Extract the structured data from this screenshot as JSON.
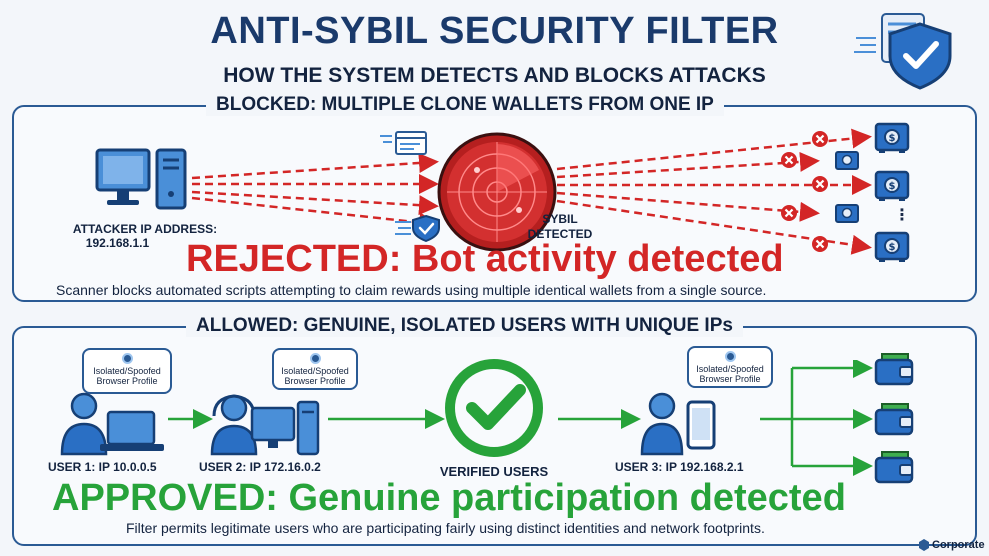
{
  "header": {
    "title": "ANTI-SYBIL SECURITY FILTER",
    "subtitle": "HOW THE SYSTEM DETECTS AND BLOCKS ATTACKS"
  },
  "blocked": {
    "heading": "BLOCKED: MULTIPLE CLONE WALLETS FROM ONE IP",
    "attacker_label": "ATTACKER IP ADDRESS:",
    "attacker_ip": "192.168.1.1",
    "scanner_label_line1": "SYBIL",
    "scanner_label_line2": "DETECTED",
    "result": "REJECTED: Bot activity detected",
    "description": "Scanner blocks automated scripts attempting to claim rewards using multiple identical wallets from a single source.",
    "more_indicator": "⋮"
  },
  "allowed": {
    "heading": "ALLOWED: GENUINE, ISOLATED USERS WITH UNIQUE IPs",
    "bubble_line1": "Isolated/Spoofed",
    "bubble_line2": "Browser Profile",
    "users": [
      {
        "label": "USER 1: IP 10.0.0.5"
      },
      {
        "label": "USER 2: IP 172.16.0.2"
      },
      {
        "label": "USER 3: IP 192.168.2.1"
      }
    ],
    "verified_label": "VERIFIED USERS",
    "result": "APPROVED: Genuine participation detected",
    "description": "Filter permits legitimate users who are participating fairly using distinct identities and network footprints."
  },
  "branding": {
    "name": "Corporate"
  },
  "colors": {
    "navy": "#1a3a6b",
    "blue": "#2a5a94",
    "light_blue": "#4a8fd8",
    "red": "#d32626",
    "green": "#27a33a"
  },
  "icons": {
    "header": "shield-check-icon",
    "attacker": "desktop-computer-icon",
    "scanner": "radar-icon",
    "wallet": "safe-wallet-icon",
    "blocked": "x-circle-icon",
    "verified": "checkmark-icon"
  }
}
